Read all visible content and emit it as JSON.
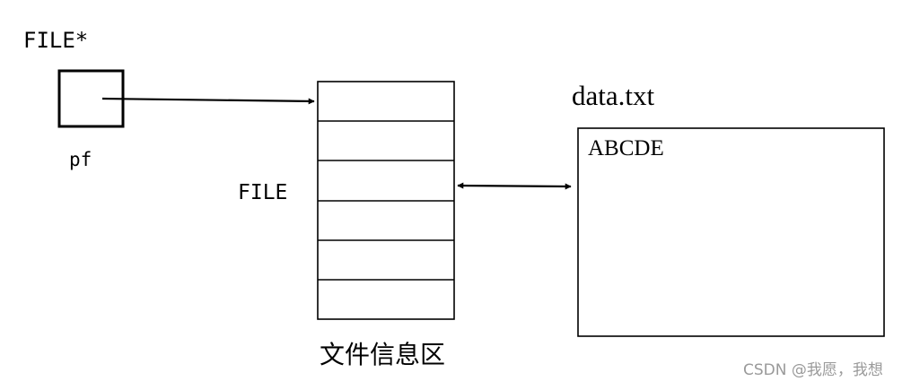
{
  "pointer": {
    "type_label": "FILE*",
    "var_label": "pf"
  },
  "file_struct": {
    "label": "FILE",
    "caption": "文件信息区",
    "row_count": 6
  },
  "data_file": {
    "name": "data.txt",
    "content": "ABCDE"
  },
  "watermark": "CSDN @我愿，我想"
}
